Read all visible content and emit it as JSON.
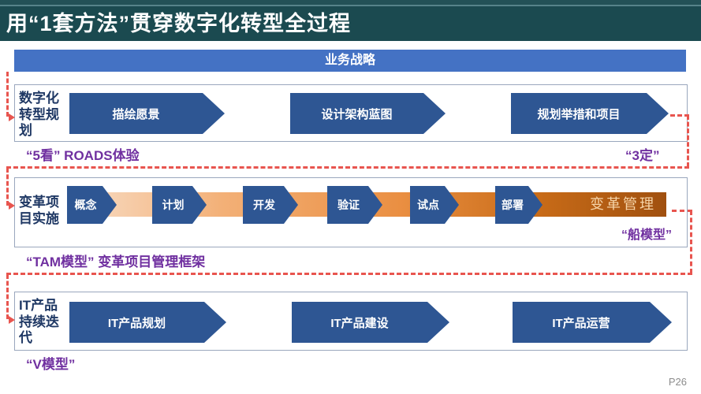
{
  "slide": {
    "title": "用“1套方法”贯穿数字化转型全过程",
    "page_number": "P26",
    "banner": {
      "label": "业务战略"
    },
    "sections": [
      {
        "label": "数字化转型规划",
        "arrows": [
          "描绘愿景",
          "设计架构蓝图",
          "规划举措和项目"
        ],
        "note_left": "“5看” ROADS体验",
        "note_right": "“3定”"
      },
      {
        "label": "变革项目实施",
        "arrows": [
          "概念",
          "计划",
          "开发",
          "验证",
          "试点",
          "部署"
        ],
        "band_label": "变革管理",
        "note_inside": "“船模型”",
        "note_below": "“TAM模型” 变革项目管理框架"
      },
      {
        "label": "IT产品持续迭代",
        "arrows": [
          "IT产品规划",
          "IT产品建设",
          "IT产品运营"
        ],
        "note_below": "“V模型”"
      }
    ],
    "colors": {
      "title_bg": "#1B4A50",
      "banner_blue": "#4472C4",
      "arrow_blue": "#2E5693",
      "label_navy": "#1F3864",
      "note_purple": "#7030A0",
      "connector_red": "#E8554F",
      "band_gradient_start": "#F8DCC4",
      "band_gradient_end": "#A0500F"
    }
  }
}
